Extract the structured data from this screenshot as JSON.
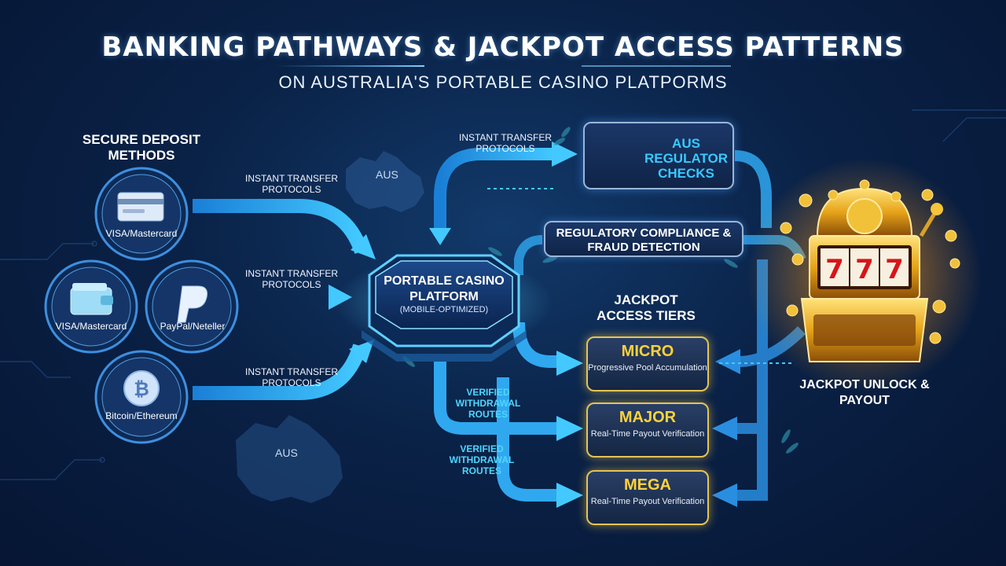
{
  "header": {
    "title": "BANKING PATHWAYS & JACKPOT ACCESS PATTERNS",
    "subtitle": "ON AUSTRALIA'S PORTABLE CASINO PLATPORMS"
  },
  "deposits": {
    "heading": "SECURE DEPOSIT METHODS",
    "methods": [
      {
        "label": "VISA/Mastercard",
        "icon": "credit-card-icon"
      },
      {
        "label": "VISA/Mastercard",
        "icon": "wallet-icon"
      },
      {
        "label": "PayPal/Neteller",
        "icon": "paypal-icon"
      },
      {
        "label": "Bitcoin/Ethereum",
        "icon": "bitcoin-icon"
      }
    ]
  },
  "protocols": {
    "label": "INSTANT TRANSFER PROTOCOLS"
  },
  "maps": {
    "aus_label_top": "AUS",
    "aus_label_bottom": "AUS"
  },
  "platform": {
    "title": "PORTABLE CASINO PLATFORM",
    "subtitle": "(MOBILE-OPTIMIZED)"
  },
  "regulator": {
    "title": "AUS REGULATOR CHECKS",
    "icon": "lock-icon"
  },
  "compliance": {
    "label": "REGULATORY COMPLIANCE & FRAUD DETECTION"
  },
  "withdrawals": {
    "label": "VERIFIED WITHDRAWAL ROUTES"
  },
  "tiers": {
    "heading": "JACKPOT ACCESS TIERS",
    "items": [
      {
        "name": "MICRO",
        "desc": "Progressive Pool Accumulation"
      },
      {
        "name": "MAJOR",
        "desc": "Real-Time Payout Verification"
      },
      {
        "name": "MEGA",
        "desc": "Real-Time Payout Verification"
      }
    ]
  },
  "payout": {
    "label": "JACKPOT UNLOCK & PAYOUT",
    "reels": [
      "7",
      "7",
      "7"
    ],
    "icon": "slot-machine-icon"
  },
  "colors": {
    "arrow": "#2fb8ff",
    "gold": "#ffd23a",
    "cyan_text": "#39c9ff",
    "background": "#0a2247"
  }
}
